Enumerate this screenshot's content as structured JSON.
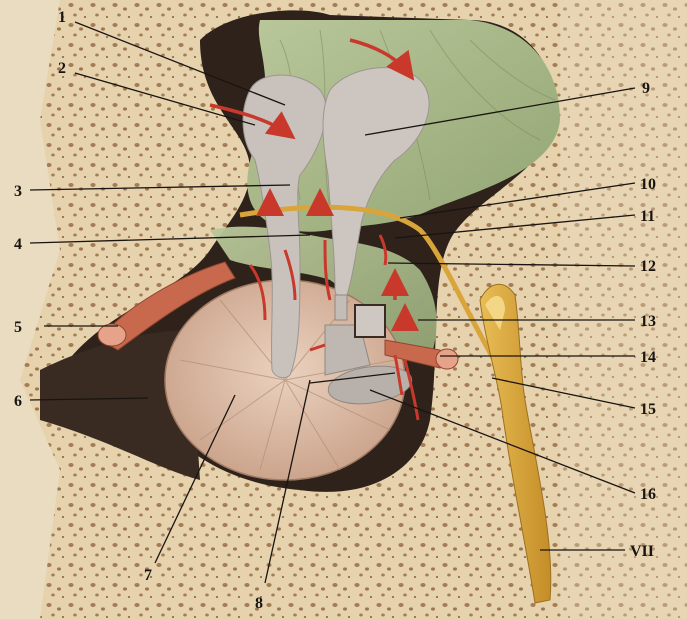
{
  "figure": {
    "labels": {
      "n1": "1",
      "n2": "2",
      "n3": "3",
      "n4": "4",
      "n5": "5",
      "n6": "6",
      "n7": "7",
      "n8": "8",
      "n9": "9",
      "n10": "10",
      "n11": "11",
      "n12": "12",
      "n13": "13",
      "n14": "14",
      "n15": "15",
      "n16": "16",
      "vii": "VII"
    },
    "colors": {
      "bone": "#e8d6b3",
      "bone_pore": "#a47c55",
      "cavity_dark": "#2a1f1a",
      "ligament_green": "#a9b98c",
      "ossicle_grey": "#c9c2bc",
      "tympanic_membrane": "#dbb9a3",
      "nerve_yellow": "#d9a53a",
      "muscle_red": "#c8684c",
      "arrow_red": "#c8392c",
      "leader_line": "#1a1410"
    }
  }
}
